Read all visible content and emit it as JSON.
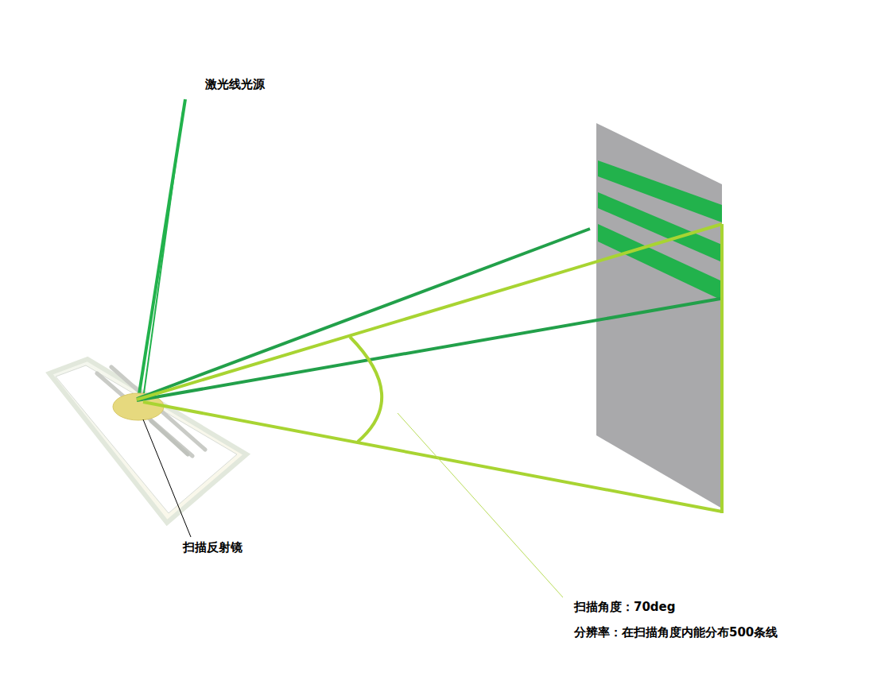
{
  "diagram": {
    "labels": [
      "激光线光源",
      "扫描反射镜",
      "扫描角度：70deg",
      "分辨率：在扫描角度内能分布500条线"
    ]
  }
}
